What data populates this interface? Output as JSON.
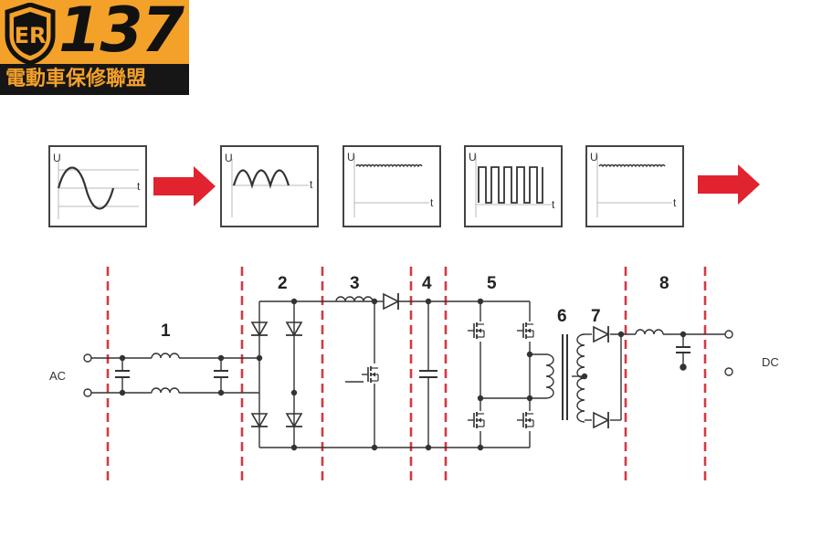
{
  "logo": {
    "number": "137",
    "subtitle": "電動車保修聯盟",
    "monogram": "ER",
    "colors": {
      "orange": "#f4a12a",
      "black": "#161616"
    }
  },
  "waveforms": [
    {
      "id": "sine-ac",
      "y_label": "U",
      "x_label": "t",
      "shape": "sine"
    },
    {
      "id": "rectified",
      "y_label": "U",
      "x_label": "t",
      "shape": "full-wave-rectified"
    },
    {
      "id": "smoothed-dc",
      "y_label": "U",
      "x_label": "t",
      "shape": "dc-with-ripple"
    },
    {
      "id": "square-pulse",
      "y_label": "U",
      "x_label": "t",
      "shape": "square-wave"
    },
    {
      "id": "output-dc",
      "y_label": "U",
      "x_label": "t",
      "shape": "dc-with-ripple"
    }
  ],
  "stages": [
    {
      "number": "1",
      "meaning": "EMI filter"
    },
    {
      "number": "2",
      "meaning": "bridge rectifier"
    },
    {
      "number": "3",
      "meaning": "power factor correction"
    },
    {
      "number": "4",
      "meaning": "bulk capacitor"
    },
    {
      "number": "5",
      "meaning": "full-bridge switches"
    },
    {
      "number": "6",
      "meaning": "transformer"
    },
    {
      "number": "7",
      "meaning": "output rectifier"
    },
    {
      "number": "8",
      "meaning": "output filter"
    }
  ],
  "terminals": {
    "input": "AC",
    "output": "DC"
  },
  "colors": {
    "divider": "#d23a44",
    "arrow": "#e0232e",
    "wire": "#333333",
    "panel_border": "#444444",
    "grid": "#b9b9b9"
  }
}
